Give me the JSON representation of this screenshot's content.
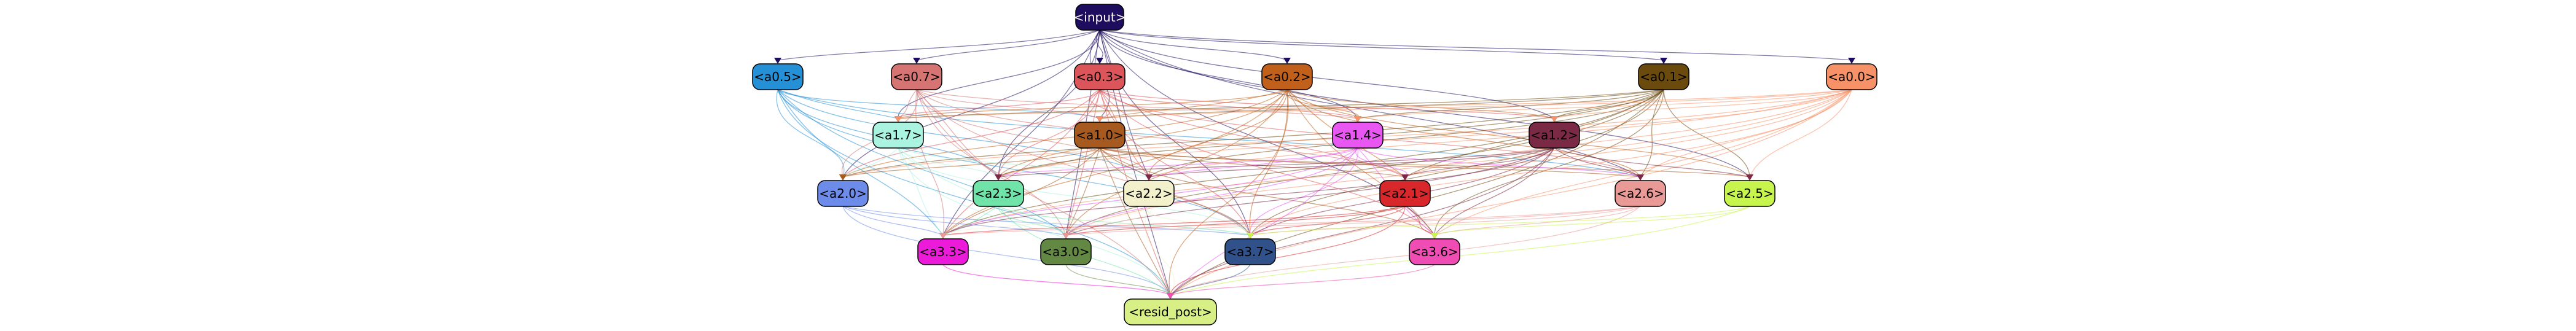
{
  "nodes": [
    {
      "id": "input",
      "label": "<input>",
      "fill": "#1e0d5e",
      "text": "#ffffff"
    },
    {
      "id": "a0.5",
      "label": "<a0.5>",
      "fill": "#2590d6",
      "text": "#000000"
    },
    {
      "id": "a0.7",
      "label": "<a0.7>",
      "fill": "#d67474",
      "text": "#000000"
    },
    {
      "id": "a0.3",
      "label": "<a0.3>",
      "fill": "#dc555b",
      "text": "#000000"
    },
    {
      "id": "a0.2",
      "label": "<a0.2>",
      "fill": "#c0601a",
      "text": "#000000"
    },
    {
      "id": "a0.1",
      "label": "<a0.1>",
      "fill": "#6b4a0e",
      "text": "#000000"
    },
    {
      "id": "a0.0",
      "label": "<a0.0>",
      "fill": "#f79168",
      "text": "#000000"
    },
    {
      "id": "a1.7",
      "label": "<a1.7>",
      "fill": "#aaf3e1",
      "text": "#000000"
    },
    {
      "id": "a1.0",
      "label": "<a1.0>",
      "fill": "#a65a20",
      "text": "#000000"
    },
    {
      "id": "a1.4",
      "label": "<a1.4>",
      "fill": "#e857f2",
      "text": "#000000"
    },
    {
      "id": "a1.2",
      "label": "<a1.2>",
      "fill": "#7a2a45",
      "text": "#000000"
    },
    {
      "id": "a2.0",
      "label": "<a2.0>",
      "fill": "#6d8cea",
      "text": "#000000"
    },
    {
      "id": "a2.3",
      "label": "<a2.3>",
      "fill": "#70e3a9",
      "text": "#000000"
    },
    {
      "id": "a2.2",
      "label": "<a2.2>",
      "fill": "#f2f1cc",
      "text": "#000000"
    },
    {
      "id": "a2.1",
      "label": "<a2.1>",
      "fill": "#d9282c",
      "text": "#000000"
    },
    {
      "id": "a2.6",
      "label": "<a2.6>",
      "fill": "#e99a97",
      "text": "#000000"
    },
    {
      "id": "a2.5",
      "label": "<a2.5>",
      "fill": "#c8f54d",
      "text": "#000000"
    },
    {
      "id": "a3.3",
      "label": "<a3.3>",
      "fill": "#ec1bd9",
      "text": "#000000"
    },
    {
      "id": "a3.0",
      "label": "<a3.0>",
      "fill": "#628843",
      "text": "#000000"
    },
    {
      "id": "a3.7",
      "label": "<a3.7>",
      "fill": "#31518a",
      "text": "#000000"
    },
    {
      "id": "a3.6",
      "label": "<a3.6>",
      "fill": "#ef4db3",
      "text": "#000000"
    },
    {
      "id": "resid_post",
      "label": "<resid_post>",
      "fill": "#d7ef85",
      "text": "#000000"
    }
  ],
  "edges": [
    {
      "from": "input",
      "to": "a0.5"
    },
    {
      "from": "input",
      "to": "a0.7"
    },
    {
      "from": "input",
      "to": "a0.3"
    },
    {
      "from": "input",
      "to": "a0.2"
    },
    {
      "from": "input",
      "to": "a0.1"
    },
    {
      "from": "input",
      "to": "a0.0"
    },
    {
      "from": "input",
      "to": "a1.7"
    },
    {
      "from": "input",
      "to": "a1.0"
    },
    {
      "from": "input",
      "to": "a1.4"
    },
    {
      "from": "input",
      "to": "a1.2"
    },
    {
      "from": "input",
      "to": "a2.0"
    },
    {
      "from": "input",
      "to": "a2.3"
    },
    {
      "from": "input",
      "to": "a2.2"
    },
    {
      "from": "input",
      "to": "a2.6"
    },
    {
      "from": "input",
      "to": "a2.5"
    },
    {
      "from": "input",
      "to": "a3.3"
    },
    {
      "from": "input",
      "to": "a3.0"
    },
    {
      "from": "input",
      "to": "a3.7"
    },
    {
      "from": "input",
      "to": "a3.6"
    },
    {
      "from": "input",
      "to": "resid_post"
    },
    {
      "from": "a0.5",
      "to": "a1.7"
    },
    {
      "from": "a0.5",
      "to": "a1.0"
    },
    {
      "from": "a0.5",
      "to": "a2.0"
    },
    {
      "from": "a0.5",
      "to": "a2.3"
    },
    {
      "from": "a0.5",
      "to": "a2.2"
    },
    {
      "from": "a0.5",
      "to": "a2.6"
    },
    {
      "from": "a0.5",
      "to": "a3.3"
    },
    {
      "from": "a0.5",
      "to": "a3.0"
    },
    {
      "from": "a0.5",
      "to": "a3.7"
    },
    {
      "from": "a0.5",
      "to": "resid_post"
    },
    {
      "from": "a0.7",
      "to": "a1.7"
    },
    {
      "from": "a0.7",
      "to": "a1.0"
    },
    {
      "from": "a0.7",
      "to": "a1.4"
    },
    {
      "from": "a0.7",
      "to": "a2.0"
    },
    {
      "from": "a0.7",
      "to": "a2.3"
    },
    {
      "from": "a0.7",
      "to": "a2.2"
    },
    {
      "from": "a0.7",
      "to": "a2.1"
    },
    {
      "from": "a0.7",
      "to": "a3.3"
    },
    {
      "from": "a0.7",
      "to": "a3.0"
    },
    {
      "from": "a0.7",
      "to": "a3.7"
    },
    {
      "from": "a0.7",
      "to": "resid_post"
    },
    {
      "from": "a0.3",
      "to": "a1.7"
    },
    {
      "from": "a0.3",
      "to": "a1.0"
    },
    {
      "from": "a0.3",
      "to": "a1.4"
    },
    {
      "from": "a0.3",
      "to": "a1.2"
    },
    {
      "from": "a0.3",
      "to": "a2.0"
    },
    {
      "from": "a0.3",
      "to": "a2.3"
    },
    {
      "from": "a0.3",
      "to": "a2.2"
    },
    {
      "from": "a0.3",
      "to": "a2.1"
    },
    {
      "from": "a0.3",
      "to": "a2.6"
    },
    {
      "from": "a0.3",
      "to": "a3.3"
    },
    {
      "from": "a0.3",
      "to": "a3.0"
    },
    {
      "from": "a0.3",
      "to": "a3.7"
    },
    {
      "from": "a0.3",
      "to": "a3.6"
    },
    {
      "from": "a0.3",
      "to": "resid_post"
    },
    {
      "from": "a0.2",
      "to": "a1.7"
    },
    {
      "from": "a0.2",
      "to": "a1.0"
    },
    {
      "from": "a0.2",
      "to": "a1.4"
    },
    {
      "from": "a0.2",
      "to": "a1.2"
    },
    {
      "from": "a0.2",
      "to": "a2.0"
    },
    {
      "from": "a0.2",
      "to": "a2.3"
    },
    {
      "from": "a0.2",
      "to": "a2.2"
    },
    {
      "from": "a0.2",
      "to": "a2.1"
    },
    {
      "from": "a0.2",
      "to": "a2.6"
    },
    {
      "from": "a0.2",
      "to": "a2.5"
    },
    {
      "from": "a0.2",
      "to": "a3.3"
    },
    {
      "from": "a0.2",
      "to": "a3.0"
    },
    {
      "from": "a0.2",
      "to": "a3.7"
    },
    {
      "from": "a0.2",
      "to": "a3.6"
    },
    {
      "from": "a0.2",
      "to": "resid_post"
    },
    {
      "from": "a0.1",
      "to": "a1.7"
    },
    {
      "from": "a0.1",
      "to": "a1.0"
    },
    {
      "from": "a0.1",
      "to": "a1.4"
    },
    {
      "from": "a0.1",
      "to": "a1.2"
    },
    {
      "from": "a0.1",
      "to": "a2.0"
    },
    {
      "from": "a0.1",
      "to": "a2.3"
    },
    {
      "from": "a0.1",
      "to": "a2.2"
    },
    {
      "from": "a0.1",
      "to": "a2.1"
    },
    {
      "from": "a0.1",
      "to": "a2.6"
    },
    {
      "from": "a0.1",
      "to": "a2.5"
    },
    {
      "from": "a0.1",
      "to": "a3.3"
    },
    {
      "from": "a0.1",
      "to": "a3.0"
    },
    {
      "from": "a0.1",
      "to": "a3.7"
    },
    {
      "from": "a0.1",
      "to": "a3.6"
    },
    {
      "from": "a0.1",
      "to": "resid_post"
    },
    {
      "from": "a0.0",
      "to": "a1.7"
    },
    {
      "from": "a0.0",
      "to": "a1.0"
    },
    {
      "from": "a0.0",
      "to": "a1.4"
    },
    {
      "from": "a0.0",
      "to": "a1.2"
    },
    {
      "from": "a0.0",
      "to": "a2.0"
    },
    {
      "from": "a0.0",
      "to": "a2.3"
    },
    {
      "from": "a0.0",
      "to": "a2.2"
    },
    {
      "from": "a0.0",
      "to": "a2.1"
    },
    {
      "from": "a0.0",
      "to": "a2.6"
    },
    {
      "from": "a0.0",
      "to": "a2.5"
    },
    {
      "from": "a0.0",
      "to": "a3.3"
    },
    {
      "from": "a0.0",
      "to": "a3.0"
    },
    {
      "from": "a0.0",
      "to": "a3.7"
    },
    {
      "from": "a0.0",
      "to": "a3.6"
    },
    {
      "from": "a0.0",
      "to": "resid_post"
    },
    {
      "from": "a1.7",
      "to": "a2.0"
    },
    {
      "from": "a1.7",
      "to": "a2.3"
    },
    {
      "from": "a1.7",
      "to": "a2.2"
    },
    {
      "from": "a1.7",
      "to": "a3.3"
    },
    {
      "from": "a1.7",
      "to": "a3.0"
    },
    {
      "from": "a1.7",
      "to": "a3.7"
    },
    {
      "from": "a1.7",
      "to": "resid_post"
    },
    {
      "from": "a1.0",
      "to": "a2.0"
    },
    {
      "from": "a1.0",
      "to": "a2.3"
    },
    {
      "from": "a1.0",
      "to": "a2.2"
    },
    {
      "from": "a1.0",
      "to": "a2.1"
    },
    {
      "from": "a1.0",
      "to": "a2.6"
    },
    {
      "from": "a1.0",
      "to": "a2.5"
    },
    {
      "from": "a1.0",
      "to": "a3.3"
    },
    {
      "from": "a1.0",
      "to": "a3.0"
    },
    {
      "from": "a1.0",
      "to": "a3.7"
    },
    {
      "from": "a1.0",
      "to": "a3.6"
    },
    {
      "from": "a1.0",
      "to": "resid_post"
    },
    {
      "from": "a1.4",
      "to": "a2.3"
    },
    {
      "from": "a1.4",
      "to": "a2.2"
    },
    {
      "from": "a1.4",
      "to": "a2.1"
    },
    {
      "from": "a1.4",
      "to": "a2.6"
    },
    {
      "from": "a1.4",
      "to": "a3.3"
    },
    {
      "from": "a1.4",
      "to": "a3.0"
    },
    {
      "from": "a1.4",
      "to": "a3.7"
    },
    {
      "from": "a1.4",
      "to": "a3.6"
    },
    {
      "from": "a1.4",
      "to": "resid_post"
    },
    {
      "from": "a1.2",
      "to": "a2.3"
    },
    {
      "from": "a1.2",
      "to": "a2.2"
    },
    {
      "from": "a1.2",
      "to": "a2.1"
    },
    {
      "from": "a1.2",
      "to": "a2.6"
    },
    {
      "from": "a1.2",
      "to": "a2.5"
    },
    {
      "from": "a1.2",
      "to": "a3.3"
    },
    {
      "from": "a1.2",
      "to": "a3.0"
    },
    {
      "from": "a1.2",
      "to": "a3.7"
    },
    {
      "from": "a1.2",
      "to": "a3.6"
    },
    {
      "from": "a1.2",
      "to": "resid_post"
    },
    {
      "from": "a2.0",
      "to": "a3.3"
    },
    {
      "from": "a2.0",
      "to": "a3.0"
    },
    {
      "from": "a2.0",
      "to": "a3.7"
    },
    {
      "from": "a2.0",
      "to": "resid_post"
    },
    {
      "from": "a2.3",
      "to": "a3.3"
    },
    {
      "from": "a2.3",
      "to": "a3.0"
    },
    {
      "from": "a2.3",
      "to": "a3.7"
    },
    {
      "from": "a2.3",
      "to": "resid_post"
    },
    {
      "from": "a2.2",
      "to": "a3.3"
    },
    {
      "from": "a2.2",
      "to": "a3.0"
    },
    {
      "from": "a2.2",
      "to": "a3.7"
    },
    {
      "from": "a2.2",
      "to": "resid_post"
    },
    {
      "from": "a2.1",
      "to": "a3.3"
    },
    {
      "from": "a2.1",
      "to": "a3.0"
    },
    {
      "from": "a2.1",
      "to": "a3.7"
    },
    {
      "from": "a2.1",
      "to": "a3.6"
    },
    {
      "from": "a2.1",
      "to": "resid_post"
    },
    {
      "from": "a2.6",
      "to": "a3.3"
    },
    {
      "from": "a2.6",
      "to": "a3.0"
    },
    {
      "from": "a2.6",
      "to": "a3.7"
    },
    {
      "from": "a2.6",
      "to": "a3.6"
    },
    {
      "from": "a2.6",
      "to": "resid_post"
    },
    {
      "from": "a2.5",
      "to": "a3.7"
    },
    {
      "from": "a2.5",
      "to": "a3.6"
    },
    {
      "from": "a2.5",
      "to": "resid_post"
    },
    {
      "from": "a3.3",
      "to": "resid_post"
    },
    {
      "from": "a3.0",
      "to": "resid_post"
    },
    {
      "from": "a3.7",
      "to": "resid_post"
    },
    {
      "from": "a3.6",
      "to": "resid_post"
    }
  ]
}
